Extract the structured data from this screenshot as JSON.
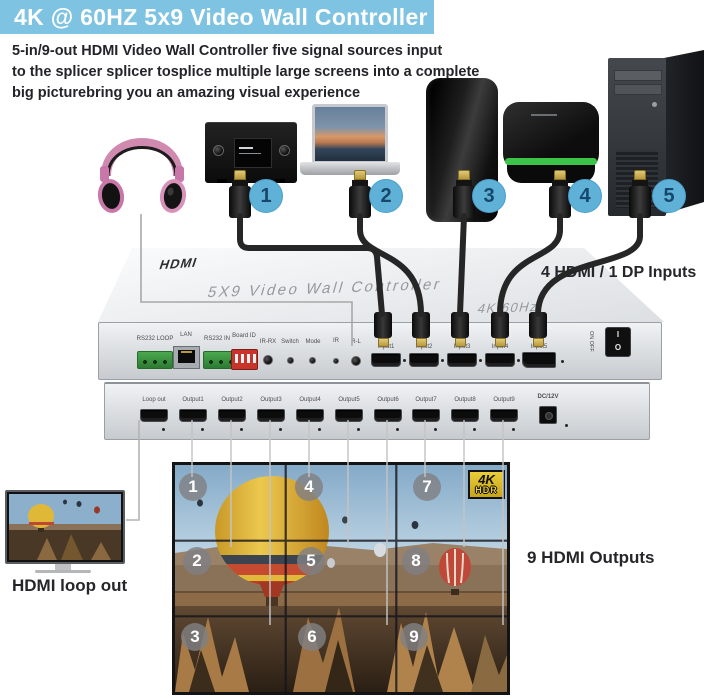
{
  "header": {
    "title": "4K @ 60HZ 5x9 Video Wall Controller"
  },
  "intro": {
    "line1": "5-in/9-out HDMI Video Wall Controller five signal sources input",
    "line2": "to the splicer splicer tosplice multiple large screens into a complete",
    "line3": "big picturebring you an amazing visual experience"
  },
  "sources": {
    "devices": [
      "headphones",
      "media-player",
      "laptop",
      "game-console",
      "tv-box",
      "pc-tower"
    ],
    "cable_numbers": [
      "1",
      "2",
      "3",
      "4",
      "5"
    ]
  },
  "controller": {
    "brand_logo": "HDMI",
    "top_title": "5X9 Video Wall Controller",
    "top_spec": "4K 60Hz",
    "inputs_callout": "4 HDMI / 1 DP Inputs",
    "front_ports": {
      "rs232_loop": "RS232 LOOP",
      "lan": "LAN",
      "rs232_in": "RS232 IN",
      "board_id": "Board ID",
      "ir_rx": "IR-RX",
      "switch": "Switch",
      "mode": "Mode",
      "ir": "IR",
      "r_l": "R-L",
      "input1": "Input1",
      "input2": "Input2",
      "input3": "Input3",
      "input4": "Input4",
      "input5": "Input5"
    },
    "power": {
      "on": "I",
      "off": "O",
      "side_label": "ON OFF"
    },
    "output_ports": {
      "loop": "Loop out",
      "out1": "Output1",
      "out2": "Output2",
      "out3": "Output3",
      "out4": "Output4",
      "out5": "Output5",
      "out6": "Output6",
      "out7": "Output7",
      "out8": "Output8",
      "out9": "Output9",
      "dc": "DC/12V"
    }
  },
  "video_wall": {
    "panel_numbers": [
      "1",
      "2",
      "3",
      "4",
      "5",
      "6",
      "7",
      "8",
      "9"
    ],
    "hdr_badge": {
      "top": "4K",
      "bottom": "HDR"
    },
    "caption": "9 HDMI Outputs"
  },
  "loop_monitor": {
    "caption": "HDMI loop out"
  },
  "colors": {
    "header_bg": "#7fc3e2",
    "number_circle": "#5fb1d8",
    "hdr_yellow": "#d9b91f",
    "terminal_green": "#3d9e44",
    "dip_red": "#c8342c"
  }
}
